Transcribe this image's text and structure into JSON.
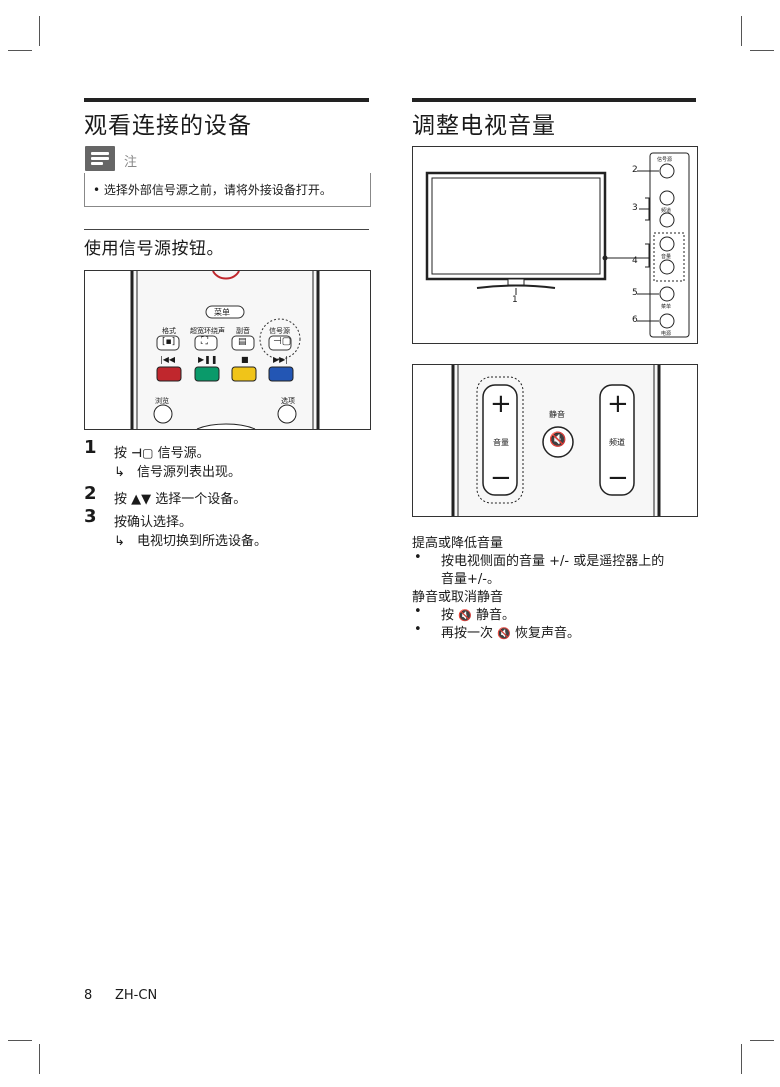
{
  "left": {
    "title": "观看连接的设备",
    "note_label": "注",
    "note_text": "• 选择外部信号源之前，请将外接设备打开。",
    "subtitle": "使用信号源按钮。",
    "remote": {
      "menu": "菜单",
      "format": "格式",
      "surround": "超宽环绕声",
      "subtitle": "副音",
      "source": "信号源",
      "ctrl_prev": "|◀◀",
      "ctrl_play": "▶❚❚",
      "ctrl_stop": "■",
      "ctrl_next": "▶▶|",
      "browse": "浏览",
      "options": "选项",
      "color_red": "#c0272d",
      "color_green": "#0a9a6a",
      "color_yellow": "#f0c419",
      "color_blue": "#2356b4"
    },
    "steps": [
      {
        "num": "1",
        "text_before": "按",
        "text_after": "信号源。",
        "result": "信号源列表出现。"
      },
      {
        "num": "2",
        "text": "按 ▲▼ 选择一个设备。"
      },
      {
        "num": "3",
        "text": "按确认选择。",
        "result": "电视切换到所选设备。"
      }
    ],
    "arrow": "↳"
  },
  "right": {
    "title": "调整电视音量",
    "tv_labels": [
      "2",
      "3",
      "4",
      "5",
      "6",
      "1"
    ],
    "side_buttons": [
      "信号源",
      "频道",
      "音量",
      "菜单",
      "电源"
    ],
    "vol_label": "音量",
    "mute_label": "静音",
    "ch_label": "频道",
    "plus": "+",
    "minus": "−",
    "section1": "提高或降低音量",
    "bullet1_line1": "按电视侧面的音量 +/- 或是遥控器上的",
    "bullet1_line2": "音量+/-。",
    "section2": "静音或取消静音",
    "bullet2_before": "按",
    "bullet2_after": "静音。",
    "bullet3_before": "再按一次",
    "bullet3_after": "恢复声音。",
    "bullet_char": "•"
  },
  "footer": {
    "page": "8",
    "lang": "ZH-CN"
  }
}
